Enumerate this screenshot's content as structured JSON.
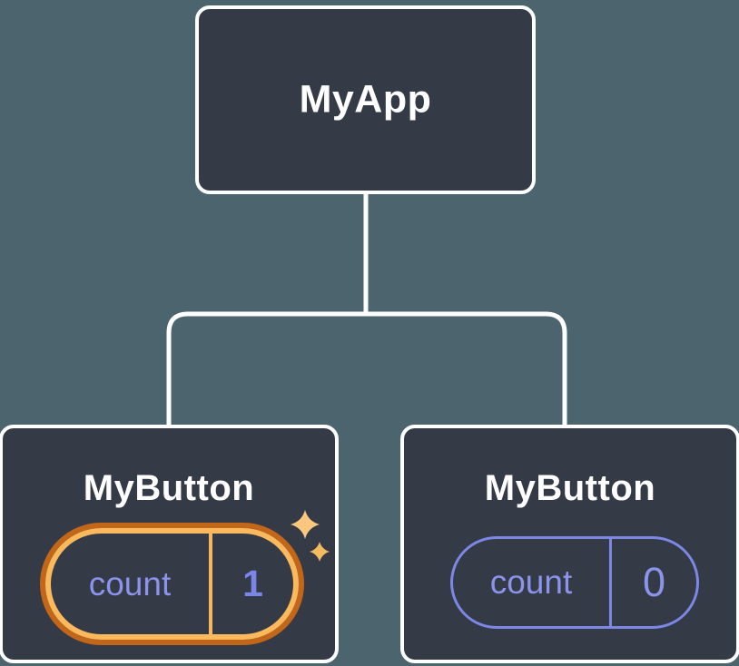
{
  "diagram_type": "react-component-tree",
  "palette": {
    "background": "#4C646E",
    "node_fill": "#343A46",
    "node_border": "#FFFFFF",
    "connector": "#FFFFFF",
    "purple_outline": "#7D87E6",
    "purple_text": "#8B93EB",
    "purple_value_bold": "#7B85E8",
    "orange_ring_outer": "#C2661A",
    "orange_ring_inner": "#FBB95D",
    "orange_divider": "#F7B65E",
    "sparkle_big": "#F9C87E",
    "sparkle_small": "#F5B95F"
  },
  "tree": {
    "root": {
      "label": "MyApp"
    },
    "children": [
      {
        "label": "MyButton",
        "state": {
          "key": "count",
          "value": "1"
        },
        "highlighted": true,
        "icon": "sparkles-icon"
      },
      {
        "label": "MyButton",
        "state": {
          "key": "count",
          "value": "0"
        },
        "highlighted": false
      }
    ]
  }
}
